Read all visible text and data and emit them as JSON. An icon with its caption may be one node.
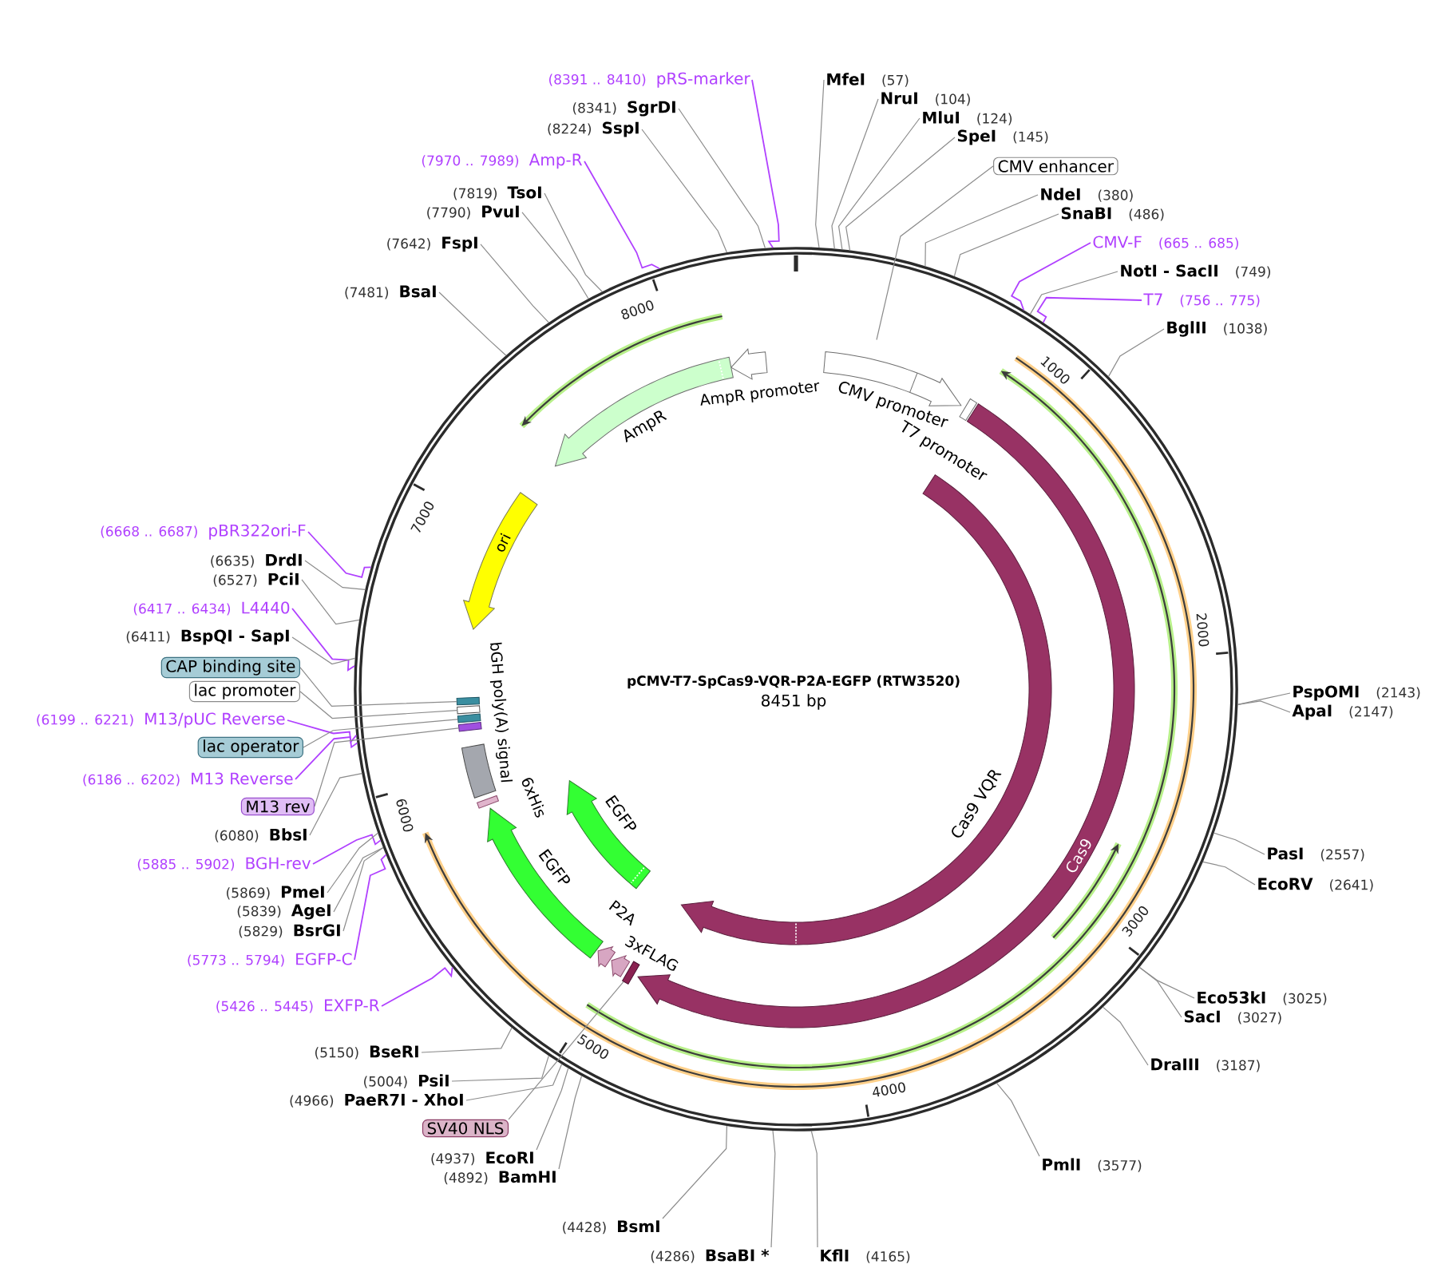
{
  "diagram": {
    "title": "pCMV-T7-SpCas9-VQR-P2A-EGFP (RTW3520)",
    "nodes": [
      {
        "text": [],
        "shape": "circle"
      },
      {
        "text": [
          "(8391 .. 8410)",
          "pRS-marker"
        ]
      },
      {
        "text": [
          "MfeI",
          "(57)"
        ]
      },
      {
        "text": [
          "NruI",
          "(104)"
        ]
      },
      {
        "text": [
          "(8341)",
          "SgrDI"
        ]
      },
      {
        "text": [
          "MluI",
          "(124)"
        ]
      },
      {
        "text": [
          "(8224)",
          "SspI"
        ]
      },
      {
        "text": [
          "SpeI",
          "(145)"
        ]
      },
      {
        "text": [
          "(7970 .. 7989)",
          "Amp-R"
        ]
      },
      {
        "text": [
          "CMV enhancer"
        ]
      },
      {
        "text": [
          "(7819)",
          "TsoI"
        ]
      },
      {
        "text": [
          "NdeI",
          "(380)"
        ]
      },
      {
        "text": [
          "(7790)",
          "PvuI"
        ]
      },
      {
        "text": [
          "SnaBI",
          "(486)"
        ]
      },
      {
        "text": [
          "CMV-F",
          "(665 .. 685)"
        ]
      },
      {
        "text": [
          "(7642)",
          "FspI"
        ]
      },
      {
        "text": [
          "NotI - SacII",
          "(749)"
        ]
      },
      {
        "text": [
          "(7481)",
          "BsaI"
        ]
      },
      {
        "text": [
          "T7",
          "(756 .. 775)"
        ]
      },
      {
        "text": [
          "BglII",
          "(1038)"
        ]
      },
      {
        "text": [
          "(6668 .. 6687)",
          "pBR322ori-F"
        ]
      },
      {
        "text": [
          "(6635)",
          "DrdI"
        ]
      },
      {
        "text": [
          "(6527)",
          "PciI"
        ]
      },
      {
        "text": [
          "(6417 .. 6434)",
          "L4440"
        ]
      },
      {
        "text": [
          "(6411)",
          "BspQI - SapI"
        ]
      },
      {
        "text": [
          "CAP binding site"
        ]
      },
      {
        "text": [
          "lac promoter"
        ]
      },
      {
        "text": [
          "PspOMI",
          "(2143)"
        ]
      },
      {
        "text": [
          "ApaI",
          "(2147)"
        ]
      },
      {
        "text": [
          "(6199 .. 6221)",
          "M13/pUC Reverse"
        ]
      },
      {
        "text": [
          "lac operator"
        ]
      },
      {
        "text": [
          "(6186 .. 6202)",
          "M13 Reverse"
        ]
      },
      {
        "text": [
          "M13 rev"
        ]
      },
      {
        "text": [
          "(6080)",
          "BbsI"
        ]
      },
      {
        "text": [
          "PasI",
          "(2557)"
        ]
      },
      {
        "text": [
          "(5885 .. 5902)",
          "BGH-rev"
        ]
      },
      {
        "text": [
          "EcoRV",
          "(2641)"
        ]
      },
      {
        "text": [
          "(5869)",
          "PmeI"
        ]
      },
      {
        "text": [
          "(5839)",
          "AgeI"
        ]
      },
      {
        "text": [
          "(5829)",
          "BsrGI"
        ]
      },
      {
        "text": [
          "(5773 .. 5794)",
          "EGFP-C"
        ]
      },
      {
        "text": [
          "Eco53kI",
          "(3025)"
        ]
      },
      {
        "text": [
          "(5426 .. 5445)",
          "EXFP-R"
        ]
      },
      {
        "text": [
          "SacI",
          "(3027)"
        ]
      },
      {
        "text": [
          "(5150)",
          "BseRI"
        ]
      },
      {
        "text": [
          "DraIII",
          "(3187)"
        ]
      },
      {
        "text": [
          "(5004)",
          "PsiI"
        ]
      },
      {
        "text": [
          "(4966)",
          "PaeR7I - XhoI"
        ]
      },
      {
        "text": [
          "SV40 NLS"
        ]
      },
      {
        "text": [
          "(4937)",
          "EcoRI"
        ]
      },
      {
        "text": [
          "PmlI",
          "(3577)"
        ]
      },
      {
        "text": [
          "(4892)",
          "BamHI"
        ]
      },
      {
        "text": [
          "(4428)",
          "BsmI"
        ]
      },
      {
        "text": [
          "(4286)",
          "BsaBI *"
        ]
      },
      {
        "text": [
          "KflI",
          "(4165)"
        ]
      },
      {
        "text": [
          "AmpR promoter"
        ],
        "in": 0
      },
      {
        "text": [
          "CMV promoter"
        ],
        "in": 0
      },
      {
        "text": [
          "AmpR"
        ],
        "in": 0
      },
      {
        "text": [
          "T7 promoter"
        ],
        "in": 0
      },
      {
        "text": [
          "ori"
        ],
        "in": 0
      },
      {
        "text": [
          "Cas9 VQR"
        ],
        "in": 0
      },
      {
        "text": [
          "Cas9"
        ],
        "in": 0
      },
      {
        "text": [
          "bGH poly(A) signal"
        ],
        "in": 0
      },
      {
        "text": [
          "EGFP"
        ],
        "in": 0
      },
      {
        "text": [
          "6xHis"
        ],
        "in": 0
      },
      {
        "text": [
          "EGFP"
        ],
        "in": 0
      },
      {
        "text": [
          "P2A"
        ],
        "in": 0
      },
      {
        "text": [
          "3xFLAG"
        ],
        "in": 0
      },
      {
        "text": [],
        "shape": "box",
        "in": 0
      },
      {
        "text": [],
        "shape": "box",
        "in": 0
      },
      {
        "text": [],
        "shape": "box",
        "in": 0
      },
      {
        "text": [],
        "shape": "box",
        "in": 0
      },
      {
        "text": [],
        "shape": "box",
        "in": 0
      }
    ],
    "edges": [
      {
        "from": 1,
        "to": 0,
        "arrow": "none",
        "color": "#b040ff"
      },
      {
        "from": 2,
        "to": 0,
        "arrow": "none"
      },
      {
        "from": 3,
        "to": 0,
        "arrow": "none"
      },
      {
        "from": 4,
        "to": 0,
        "arrow": "none"
      },
      {
        "from": 5,
        "to": 0,
        "arrow": "none"
      },
      {
        "from": 6,
        "to": 0,
        "arrow": "none"
      },
      {
        "from": 7,
        "to": 0,
        "arrow": "none"
      },
      {
        "from": 8,
        "to": 0,
        "arrow": "none",
        "color": "#b040ff"
      },
      {
        "from": 9,
        "to": null,
        "arrow": "none"
      },
      {
        "from": 10,
        "to": 0,
        "arrow": "none"
      },
      {
        "from": 11,
        "to": 0,
        "arrow": "none"
      },
      {
        "from": 12,
        "to": 0,
        "arrow": "none"
      },
      {
        "from": 13,
        "to": 0,
        "arrow": "none"
      },
      {
        "from": 14,
        "to": 0,
        "arrow": "none",
        "color": "#b040ff"
      },
      {
        "from": 15,
        "to": 0,
        "arrow": "none"
      },
      {
        "from": 16,
        "to": 0,
        "arrow": "none"
      },
      {
        "from": 17,
        "to": 0,
        "arrow": "none"
      },
      {
        "from": 18,
        "to": 0,
        "arrow": "none",
        "color": "#b040ff"
      },
      {
        "from": 19,
        "to": 0,
        "arrow": "none"
      },
      {
        "from": 20,
        "to": 0,
        "arrow": "none",
        "color": "#b040ff"
      },
      {
        "from": 21,
        "to": 0,
        "arrow": "none"
      },
      {
        "from": 22,
        "to": 0,
        "arrow": "none"
      },
      {
        "from": 23,
        "to": 0,
        "arrow": "none",
        "color": "#b040ff"
      },
      {
        "from": 24,
        "to": 0,
        "arrow": "none"
      },
      {
        "from": 25,
        "to": 68,
        "arrow": "none"
      },
      {
        "from": 26,
        "to": 69,
        "arrow": "none"
      },
      {
        "from": 27,
        "to": 0,
        "arrow": "none"
      },
      {
        "from": 28,
        "to": 0,
        "arrow": "none"
      },
      {
        "from": 29,
        "to": 0,
        "arrow": "none",
        "color": "#b040ff"
      },
      {
        "from": 30,
        "to": 70,
        "arrow": "none"
      },
      {
        "from": 31,
        "to": 0,
        "arrow": "none",
        "color": "#b040ff"
      },
      {
        "from": 32,
        "to": 71,
        "arrow": "none"
      },
      {
        "from": 33,
        "to": 0,
        "arrow": "none"
      },
      {
        "from": 34,
        "to": 0,
        "arrow": "none"
      },
      {
        "from": 35,
        "to": 0,
        "arrow": "none",
        "color": "#b040ff"
      },
      {
        "from": 36,
        "to": 0,
        "arrow": "none"
      },
      {
        "from": 37,
        "to": 0,
        "arrow": "none"
      },
      {
        "from": 38,
        "to": 0,
        "arrow": "none"
      },
      {
        "from": 39,
        "to": 0,
        "arrow": "none"
      },
      {
        "from": 40,
        "to": 0,
        "arrow": "none",
        "color": "#b040ff"
      },
      {
        "from": 41,
        "to": 0,
        "arrow": "none"
      },
      {
        "from": 42,
        "to": 0,
        "arrow": "none",
        "color": "#b040ff"
      },
      {
        "from": 43,
        "to": 0,
        "arrow": "none"
      },
      {
        "from": 44,
        "to": 0,
        "arrow": "none"
      },
      {
        "from": 45,
        "to": 0,
        "arrow": "none"
      },
      {
        "from": 46,
        "to": 0,
        "arrow": "none"
      },
      {
        "from": 47,
        "to": 0,
        "arrow": "none"
      },
      {
        "from": 48,
        "to": 72,
        "arrow": "none"
      },
      {
        "from": 49,
        "to": 0,
        "arrow": "none"
      },
      {
        "from": 50,
        "to": 0,
        "arrow": "none"
      },
      {
        "from": 51,
        "to": 0,
        "arrow": "none"
      },
      {
        "from": 52,
        "to": 0,
        "arrow": "none"
      },
      {
        "from": 53,
        "to": 0,
        "arrow": "none"
      },
      {
        "from": 54,
        "to": 0,
        "arrow": "none"
      }
    ],
    "labels": [
      "1000",
      "2000",
      "3000",
      "4000",
      "5000",
      "6000",
      "7000",
      "8000",
      "8451 bp"
    ]
  }
}
